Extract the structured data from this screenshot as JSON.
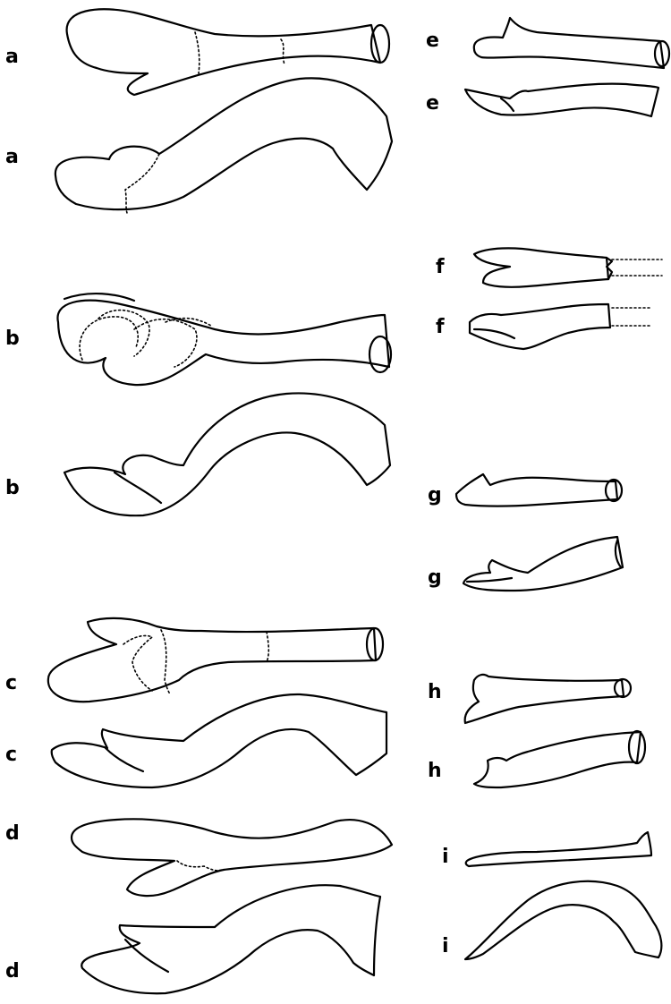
{
  "figure": {
    "labels": {
      "a_dorsal": "a",
      "a_lateral": "a",
      "b_dorsal": "b",
      "b_lateral": "b",
      "c_dorsal": "c",
      "c_lateral": "c",
      "d_dorsal": "d",
      "d_lateral": "d",
      "e_dorsal": "e",
      "e_lateral": "e",
      "f_dorsal": "f",
      "f_lateral": "f",
      "g_dorsal": "g",
      "g_lateral": "g",
      "h_dorsal": "h",
      "h_lateral": "h",
      "i_dorsal": "i",
      "i_lateral": "i"
    }
  }
}
